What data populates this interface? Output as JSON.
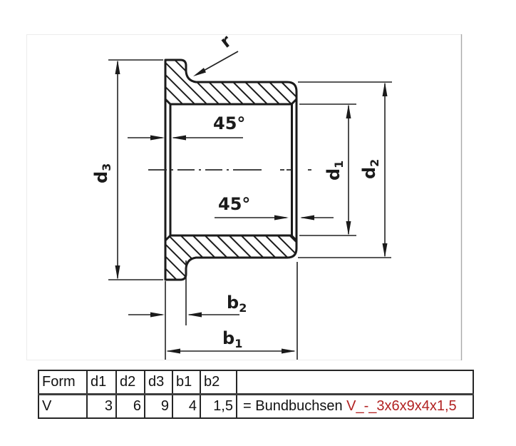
{
  "drawing": {
    "radius_label": "r",
    "angle_top": "45°",
    "angle_bottom": "45°",
    "dims": {
      "d1": {
        "base": "d",
        "sub": "1"
      },
      "d2": {
        "base": "d",
        "sub": "2"
      },
      "d3": {
        "base": "d",
        "sub": "3"
      },
      "b1": {
        "base": "b",
        "sub": "1"
      },
      "b2": {
        "base": "b",
        "sub": "2"
      }
    },
    "colors": {
      "line": "#1b1b1b"
    }
  },
  "table": {
    "headers": {
      "form": "Form",
      "d1": "d1",
      "d2": "d2",
      "d3": "d3",
      "b1": "b1",
      "b2": "b2",
      "note": ""
    },
    "row": {
      "form": "V",
      "d1": "3",
      "d2": "6",
      "d3": "9",
      "b1": "4",
      "b2": "1,5"
    },
    "note": {
      "prefix": "= Bundbuchsen ",
      "value": "V_-_3x6x9x4x1,5",
      "value_color": "#b22222"
    }
  }
}
